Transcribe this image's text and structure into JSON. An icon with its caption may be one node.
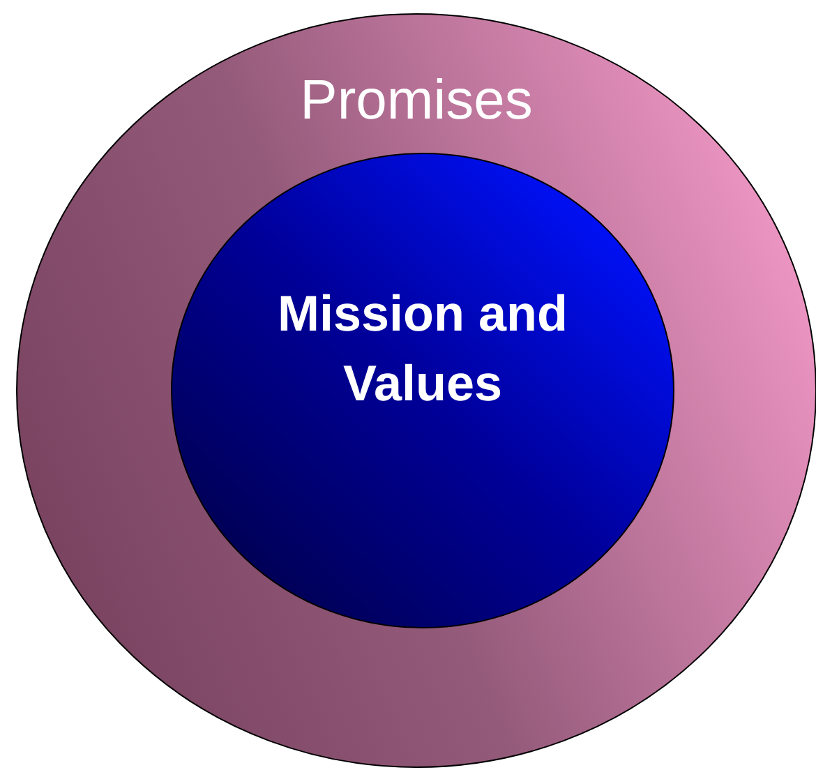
{
  "diagram": {
    "nodes": [
      {
        "text": [
          "Promises"
        ]
      },
      {
        "text": [
          "Mission and Values"
        ],
        "in": 0
      }
    ]
  }
}
